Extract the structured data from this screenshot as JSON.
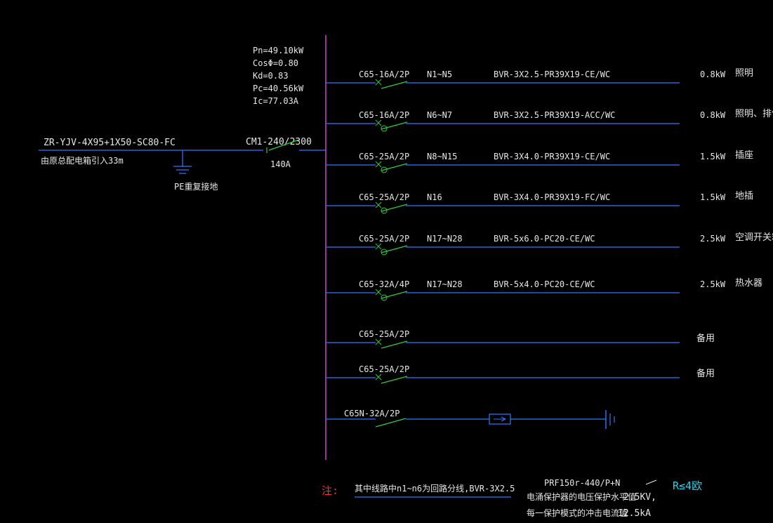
{
  "colors": {
    "background": "#000000",
    "bus": "#cc44cc",
    "line": "#3377ff",
    "breaker": "#2ecc40",
    "text": "#e6e6e6",
    "note_red": "#ff3030",
    "cyan": "#22d3ee"
  },
  "params": [
    "Pn=49.10kW",
    "CosΦ=0.80",
    "Kd=0.83",
    "Pc=40.56kW",
    "Ic=77.03A"
  ],
  "incoming": {
    "cable": "ZR-YJV-4X95+1X50-SC80-FC",
    "source": "由原总配电箱引入33m",
    "earth": "PE重复接地"
  },
  "main_breaker": {
    "model": "CM1-240/2300",
    "rating": "140A"
  },
  "circuits": [
    {
      "breaker": "C65-16A/2P",
      "id": "N1~N5",
      "cable": "BVR-3X2.5-PR39X19-CE/WC",
      "power": "0.8kW",
      "load": "照明",
      "rcd": false
    },
    {
      "breaker": "C65-16A/2P",
      "id": "N6~N7",
      "cable": "BVR-3X2.5-PR39X19-ACC/WC",
      "power": "0.8kW",
      "load": "照明、排气",
      "rcd": true
    },
    {
      "breaker": "C65-25A/2P",
      "id": "N8~N15",
      "cable": "BVR-3X4.0-PR39X19-CE/WC",
      "power": "1.5kW",
      "load": "插座",
      "rcd": true
    },
    {
      "breaker": "C65-25A/2P",
      "id": "N16",
      "cable": "BVR-3X4.0-PR39X19-FC/WC",
      "power": "1.5kW",
      "load": "地插",
      "rcd": true
    },
    {
      "breaker": "C65-25A/2P",
      "id": "N17~N28",
      "cable": "BVR-5x6.0-PC20-CE/WC",
      "power": "2.5kW",
      "load": "空调开关箱",
      "rcd": true
    },
    {
      "breaker": "C65-32A/4P",
      "id": "N17~N28",
      "cable": "BVR-5x4.0-PC20-CE/WC",
      "power": "2.5kW",
      "load": "热水器",
      "rcd": true
    },
    {
      "breaker": "C65-25A/2P",
      "id": "",
      "cable": "",
      "power": "",
      "load": "备用",
      "rcd": false
    },
    {
      "breaker": "C65-25A/2P",
      "id": "",
      "cable": "",
      "power": "",
      "load": "备用",
      "rcd": false
    }
  ],
  "spd_circuit": {
    "breaker": "C65N-32A/2P"
  },
  "note": {
    "label": "注:",
    "text": "其中线路中n1~n6为回路分线,BVR-3X2.5"
  },
  "spd": {
    "model": "PRF150r-440/P+N",
    "line1_label": "电涌保护器的电压保护水平值",
    "line1_value": "2.5KV,",
    "line2_label": "每一保护模式的冲击电流值",
    "line2_value": "12.5kA",
    "resistance": "R≤4欧"
  }
}
